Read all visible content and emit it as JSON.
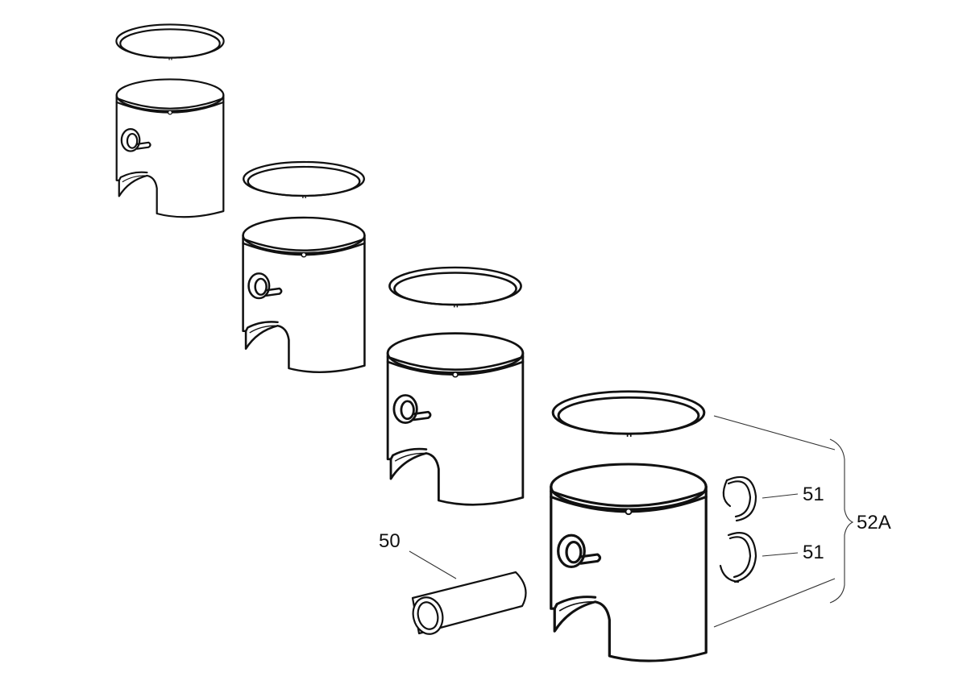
{
  "callouts": {
    "pin": "50",
    "clip_upper": "51",
    "clip_lower": "51",
    "kit": "52A"
  },
  "colors": {
    "line": "#111111",
    "background": "#ffffff"
  }
}
